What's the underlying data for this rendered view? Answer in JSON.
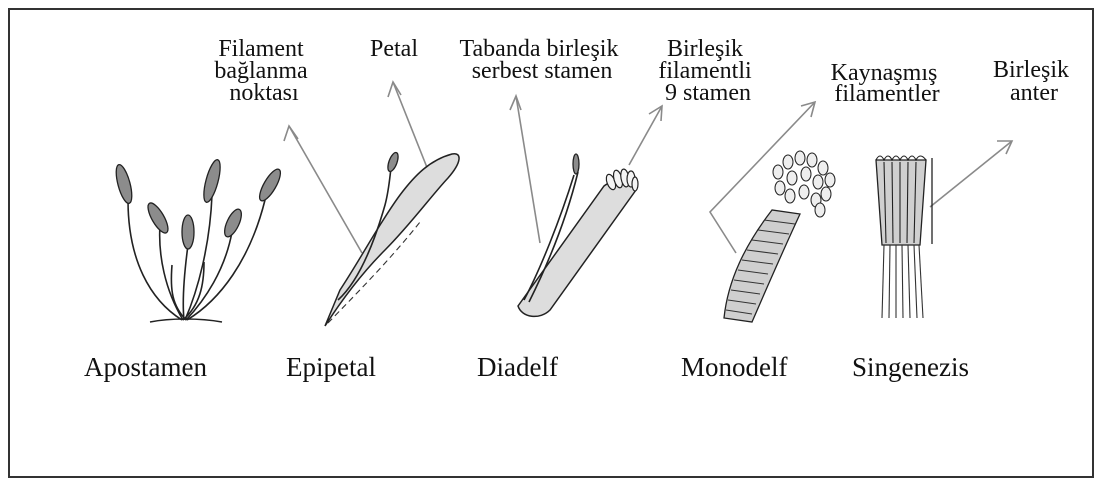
{
  "labels": {
    "filament_attachment": [
      "Filament",
      "bağlanma",
      "noktası"
    ],
    "petal": "Petal",
    "basal_united": [
      "Tabanda birleşik",
      "serbest stamen"
    ],
    "united_nine": [
      "Birleşik",
      "filamentli",
      "9 stamen"
    ],
    "fused_filaments": [
      "Kaynaşmış",
      "filamentler"
    ],
    "united_anther": [
      "Birleşik",
      "anter"
    ]
  },
  "types": {
    "apostamen": "Apostamen",
    "epipetal": "Epipetal",
    "diadelf": "Diadelf",
    "monodelf": "Monodelf",
    "singenezis": "Singenezis"
  },
  "colors": {
    "pointer": "#8a8a8a",
    "petal_fill": "#dddddd",
    "anther_fill": "#8c8c8c",
    "border": "#333333"
  }
}
